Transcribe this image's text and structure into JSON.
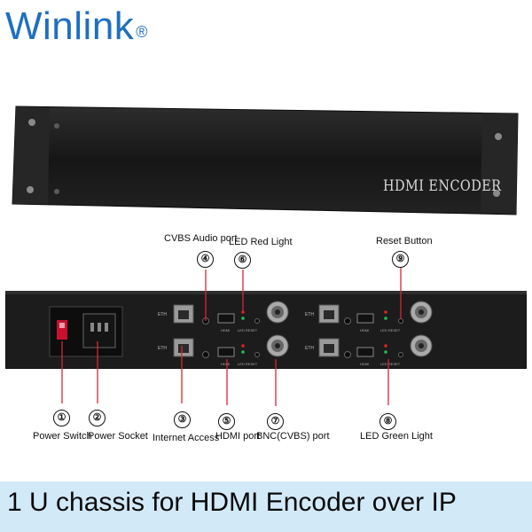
{
  "brand": {
    "name": "Winlink",
    "mark": "®",
    "color": "#1e6fc2"
  },
  "front_panel": {
    "title": "HDMI ENCODER"
  },
  "rear_panel": {
    "eth_label": "ETH",
    "hdmi_label": "HDMI",
    "led_label": "LED",
    "reset_label": "RESET"
  },
  "callouts": [
    {
      "number": "①",
      "label": "Power Switch"
    },
    {
      "number": "②",
      "label": "Power Socket"
    },
    {
      "number": "③",
      "label": "Internet Access"
    },
    {
      "number": "④",
      "label": "CVBS Audio port"
    },
    {
      "number": "⑤",
      "label": "HDMI port"
    },
    {
      "number": "⑥",
      "label": "LED Red Light"
    },
    {
      "number": "⑦",
      "label": "BNC(CVBS) port"
    },
    {
      "number": "⑧",
      "label": "LED Green Light"
    },
    {
      "number": "⑨",
      "label": "Reset Button"
    }
  ],
  "caption": "1 U chassis for HDMI Encoder over IP",
  "colors": {
    "callout_line": "#d6263a",
    "caption_bg": "#d2e9f8",
    "chassis": "#1b1b1b"
  }
}
